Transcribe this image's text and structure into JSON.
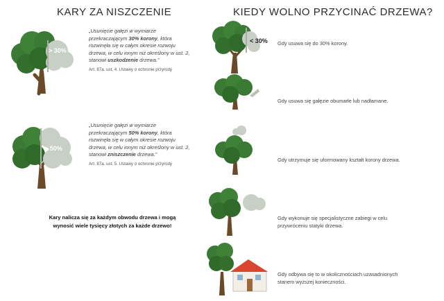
{
  "headings": {
    "left": "KARY ZA NISZCZENIE",
    "right": "KIEDY WOLNO PRZYCINAĆ DRZEWA?"
  },
  "penalties": [
    {
      "badge": "> 30%",
      "quote": {
        "p1": "„Usunięcie gałęzi w wymiarze przekraczającym ",
        "bold1": "30% korony",
        "p2": ", która rozwinęła się w całym okresie rozwoju drzewa, w celu innym niż określony w ust. 2, stanowi ",
        "bold2": "uszkodzenie",
        "p3": " drzewa.”"
      },
      "citation": "Art. 87a. ust. 4. Ustawy o ochronie przyrody"
    },
    {
      "badge": "> 50%",
      "quote": {
        "p1": "„Usunięcie gałęzi w wymiarze przekraczającym ",
        "bold1": "50% korony",
        "p2": ", która rozwinęła się w całym okresie rozwoju drzewa, w celu innym niż określony w ust. 2, stanowi ",
        "bold2": "zniszczenie",
        "p3": " drzewa.”"
      },
      "citation": "Art. 87a. ust. 5. Ustawy o ochronie przyrody"
    }
  ],
  "fine_note": "Kary nalicza się za każdym obwodu drzewa i mogą wynosić wiele tysięcy złotych za każde drzewo!",
  "allowed": [
    {
      "badge": "< 30%",
      "text": "Gdy usuwa się do 30% korony."
    },
    {
      "text": "Gdy usuwa się gałęzie obumarłe lub nadłamane."
    },
    {
      "text": "Gdy utrzymuje się uformowany kształt korony drzewa."
    },
    {
      "text": "Gdy wykonuje się specjalistyczne zabiegi w celu przywróceniu statyki drzewa."
    },
    {
      "text": "Gdy odbywa się to w okolicznościach uzasadnionych stanem wyższej konieczności."
    }
  ],
  "colors": {
    "foliage": "#3b7a34",
    "foliage_dark": "#2c5e27",
    "trunk": "#6b4a2a",
    "removed": "#c8cfc5",
    "roof": "#d9462f",
    "wall": "#f3efe6"
  },
  "icons": [
    "tree-icon",
    "house-icon"
  ]
}
